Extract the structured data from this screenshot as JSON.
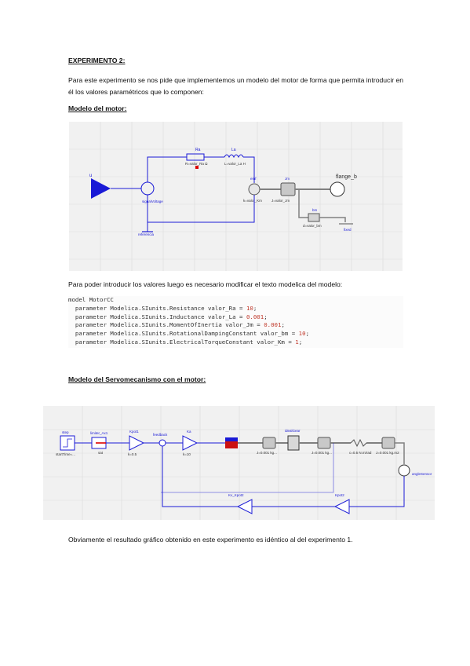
{
  "doc": {
    "heading": "EXPERIMENTO 2:",
    "intro": "Para este experimento se nos pide que implementemos un modelo del motor de forma que permita introducir en él los valores paramétricos que lo componen:",
    "motor_section_title": "Modelo del motor:",
    "modify_text": "Para poder introducir los valores luego es necesario modificar el texto modelica del modelo:",
    "servo_section_title": "Modelo del Servomecanismo con el motor:",
    "conclusion": "Obviamente el resultado gráfico obtenido en este experimento es idéntico al del experimento 1."
  },
  "code": {
    "line1": "model MotorCC",
    "params": [
      {
        "prefix": "  parameter Modelica.SIunits.Resistance valor_Ra = ",
        "value": "10",
        "suffix": ";"
      },
      {
        "prefix": "  parameter Modelica.SIunits.Inductance valor_La = ",
        "value": "0.001",
        "suffix": ";"
      },
      {
        "prefix": "  parameter Modelica.SIunits.MomentOfInertia valor_Jm = ",
        "value": "0.001",
        "suffix": ";"
      },
      {
        "prefix": "  parameter Modelica.SIunits.RotationalDampingConstant valor_bm = ",
        "value": "10",
        "suffix": ";"
      },
      {
        "prefix": "  parameter Modelica.SIunits.ElectricalTorqueConstant valor_Km = ",
        "value": "1",
        "suffix": ";"
      }
    ]
  },
  "motor_diagram": {
    "u_label": "u",
    "ra_label": "Ra",
    "ra_value": "R=valor_Ra Ω",
    "la_label": "La",
    "la_value": "L=valor_La H",
    "flange_label": "flange_b",
    "emf_label": "emf",
    "emf_value": "k=valor_Km",
    "jm_label": "Jm",
    "jm_value": "J=valor_Jm",
    "bm_label": "bm",
    "bm_value": "d=valor_bm",
    "fixed_label": "fixed",
    "ground_label": "referencia",
    "source_label": "signalVoltage"
  },
  "servo_diagram": {
    "step_label": "step",
    "step_value": "startTime=...",
    "limiter_label": "limiter_Ax1",
    "sat_label": "sat",
    "kpot1_label": "Kpot1",
    "kpot1_value": "k=0.5",
    "feedback_label": "feedback",
    "ka_label": "Ka",
    "ka_value": "k=10",
    "j1_value": "J=0.001 kg...",
    "gear_label": "idealGear",
    "j2_value": "J=0.001 kg...",
    "spring_value": "c=0.5 N.m/rad",
    "j3_value": "J=0.001 kg.m2",
    "sensor_label": "angleSensor",
    "kpot2_label": "Kpot2",
    "kv_label": "Kv_Kpot2"
  },
  "colors": {
    "wire_blue": "#1a1ad6",
    "mech_gray": "#808080",
    "diagram_bg": "#f1f1f1",
    "code_number": "#c0392b"
  }
}
